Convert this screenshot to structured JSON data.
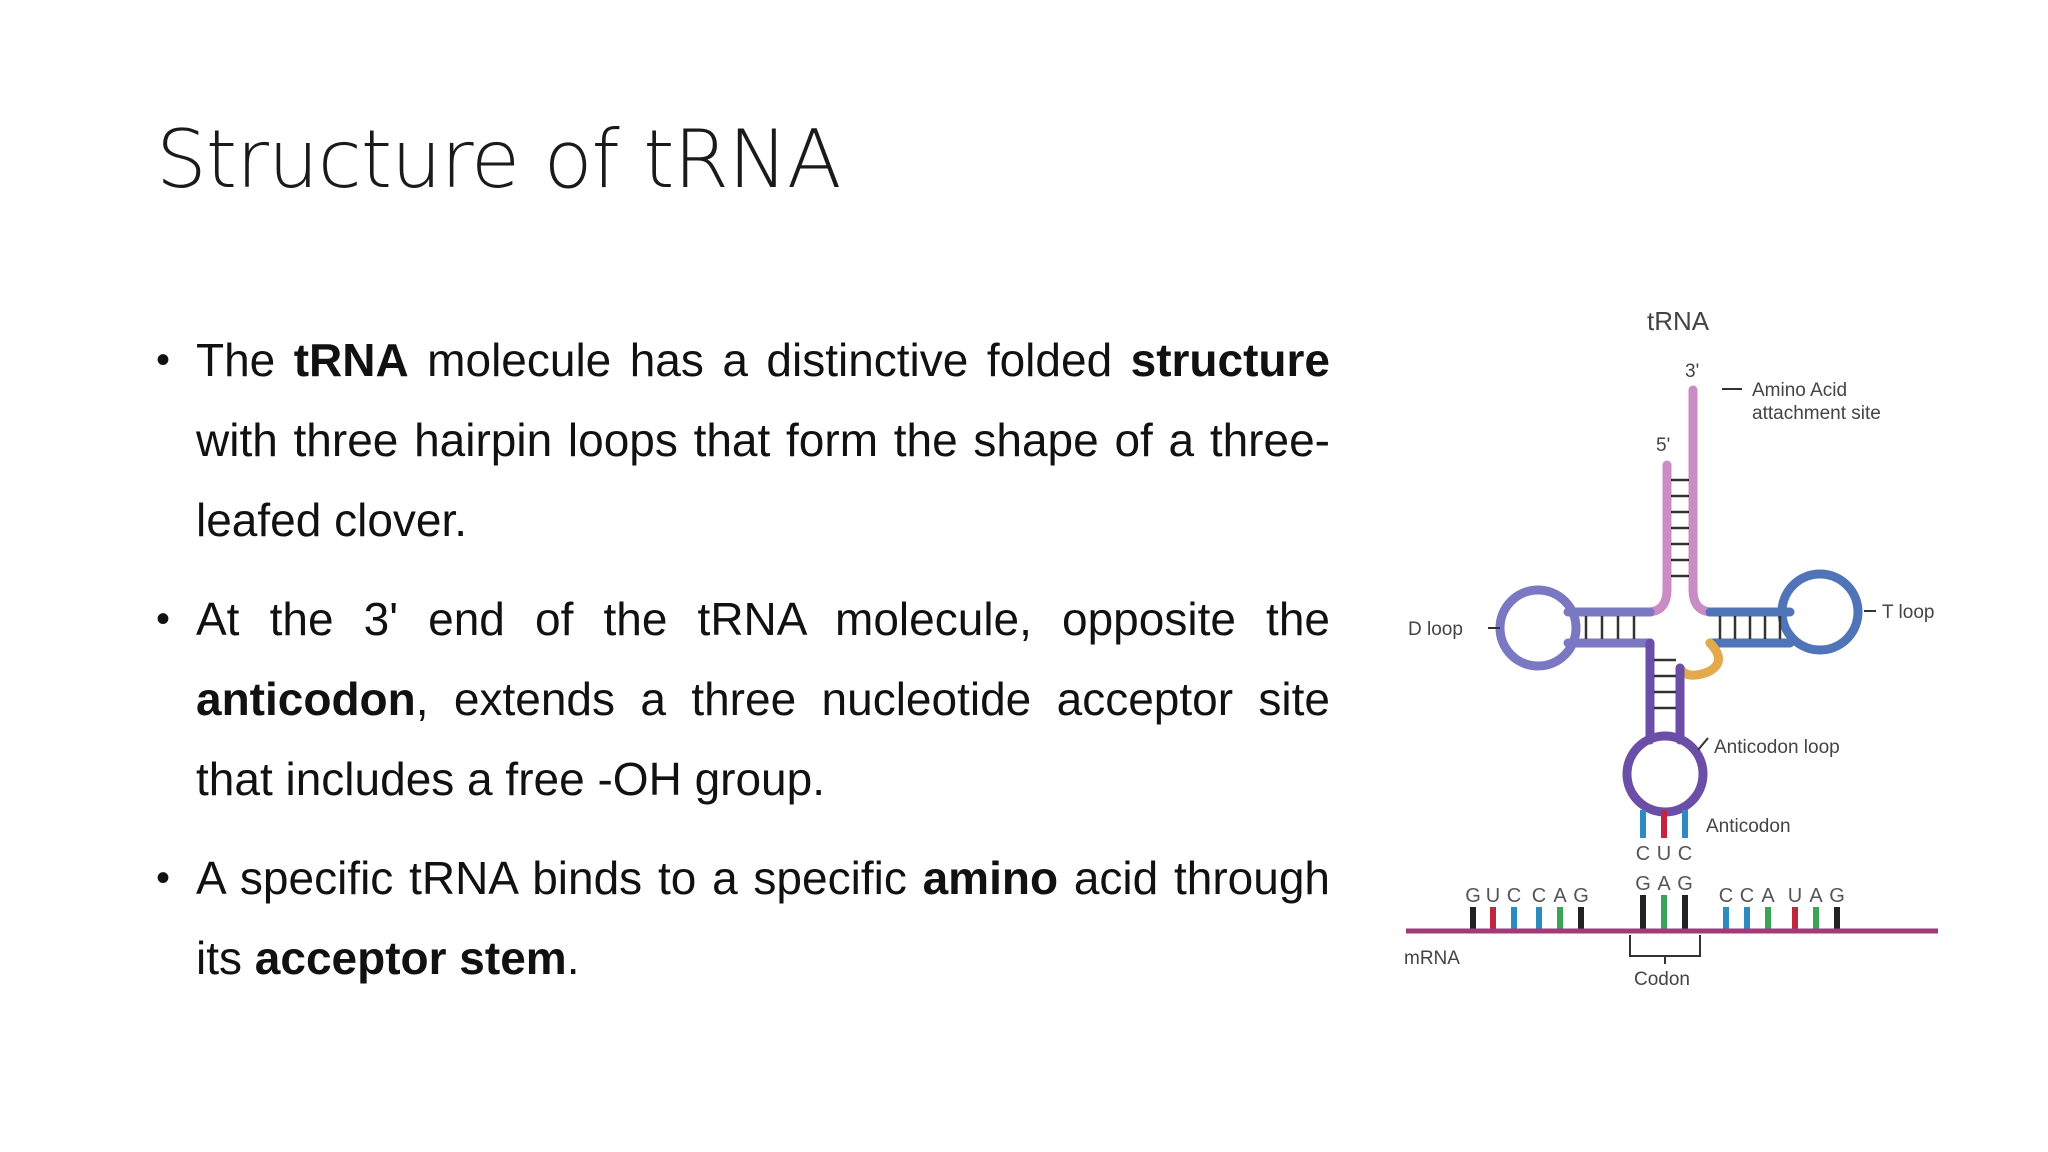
{
  "slide": {
    "title": "Structure of tRNA",
    "bullets": [
      [
        {
          "text": "The ",
          "bold": false
        },
        {
          "text": "tRNA",
          "bold": true
        },
        {
          "text": " molecule has a distinctive folded ",
          "bold": false
        },
        {
          "text": "structure",
          "bold": true
        },
        {
          "text": " with three hairpin loops that form the shape of a three-leafed clover.",
          "bold": false
        }
      ],
      [
        {
          "text": "At the 3' end of the tRNA molecule, opposite the ",
          "bold": false
        },
        {
          "text": "anticodon",
          "bold": true
        },
        {
          "text": ", extends a three nucleotide acceptor site that includes a free -OH group.",
          "bold": false
        }
      ],
      [
        {
          "text": "A specific tRNA binds to a specific ",
          "bold": false
        },
        {
          "text": "amino",
          "bold": true
        },
        {
          "text": " acid through its ",
          "bold": false
        },
        {
          "text": "acceptor stem",
          "bold": true
        },
        {
          "text": ".",
          "bold": false
        }
      ]
    ]
  },
  "diagram": {
    "title": "tRNA",
    "three_prime": "3'",
    "five_prime": "5'",
    "amino_acid_label_1": "Amino Acid",
    "amino_acid_label_2": "attachment site",
    "d_loop": "D loop",
    "t_loop": "T loop",
    "anticodon_loop": "Anticodon loop",
    "anticodon": "Anticodon",
    "anticodon_bases": [
      "C",
      "U",
      "C"
    ],
    "mrna_label": "mRNA",
    "codon_label": "Codon",
    "mrna_bases_left": [
      "G",
      "U",
      "C",
      "C",
      "A",
      "G"
    ],
    "codon_bases": [
      "G",
      "A",
      "G"
    ],
    "mrna_bases_right": [
      "C",
      "C",
      "A",
      "U",
      "A",
      "G"
    ],
    "colors": {
      "acceptor_stem": "#c98cc4",
      "d_arm": "#7a78c2",
      "t_arm": "#4f74b8",
      "anticodon_arm": "#6a4ea8",
      "variable_loop": "#e4a94a",
      "mrna_backbone": "#a03a7a",
      "base_g": "#222222",
      "base_u": "#c2263f",
      "base_c": "#2e8bc0",
      "base_a": "#3aa35a"
    }
  }
}
